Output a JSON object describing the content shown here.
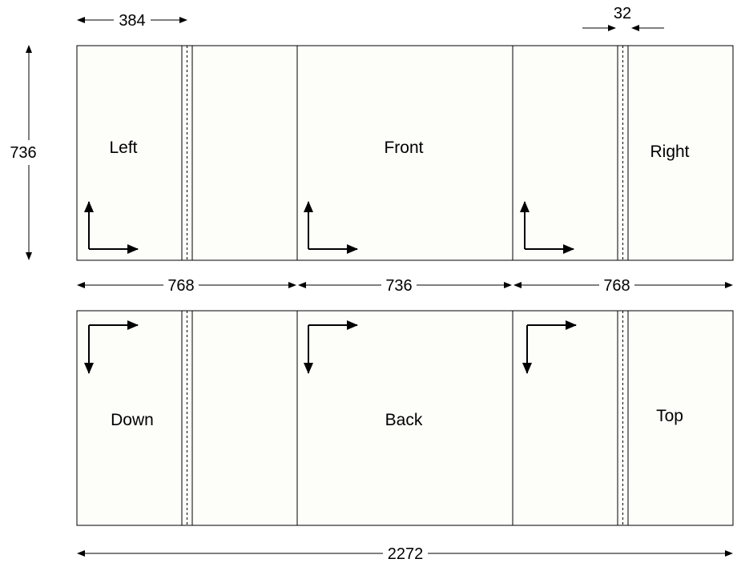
{
  "dimensions": {
    "half_width": "384",
    "seam_width": "32",
    "height": "736",
    "left_width": "768",
    "front_width": "736",
    "right_width": "768",
    "total_width": "2272"
  },
  "faces": {
    "left": "Left",
    "front": "Front",
    "right": "Right",
    "down": "Down",
    "back": "Back",
    "top": "Top"
  },
  "colors": {
    "panel_fill": "#fdfdfa",
    "stroke": "#000000"
  }
}
